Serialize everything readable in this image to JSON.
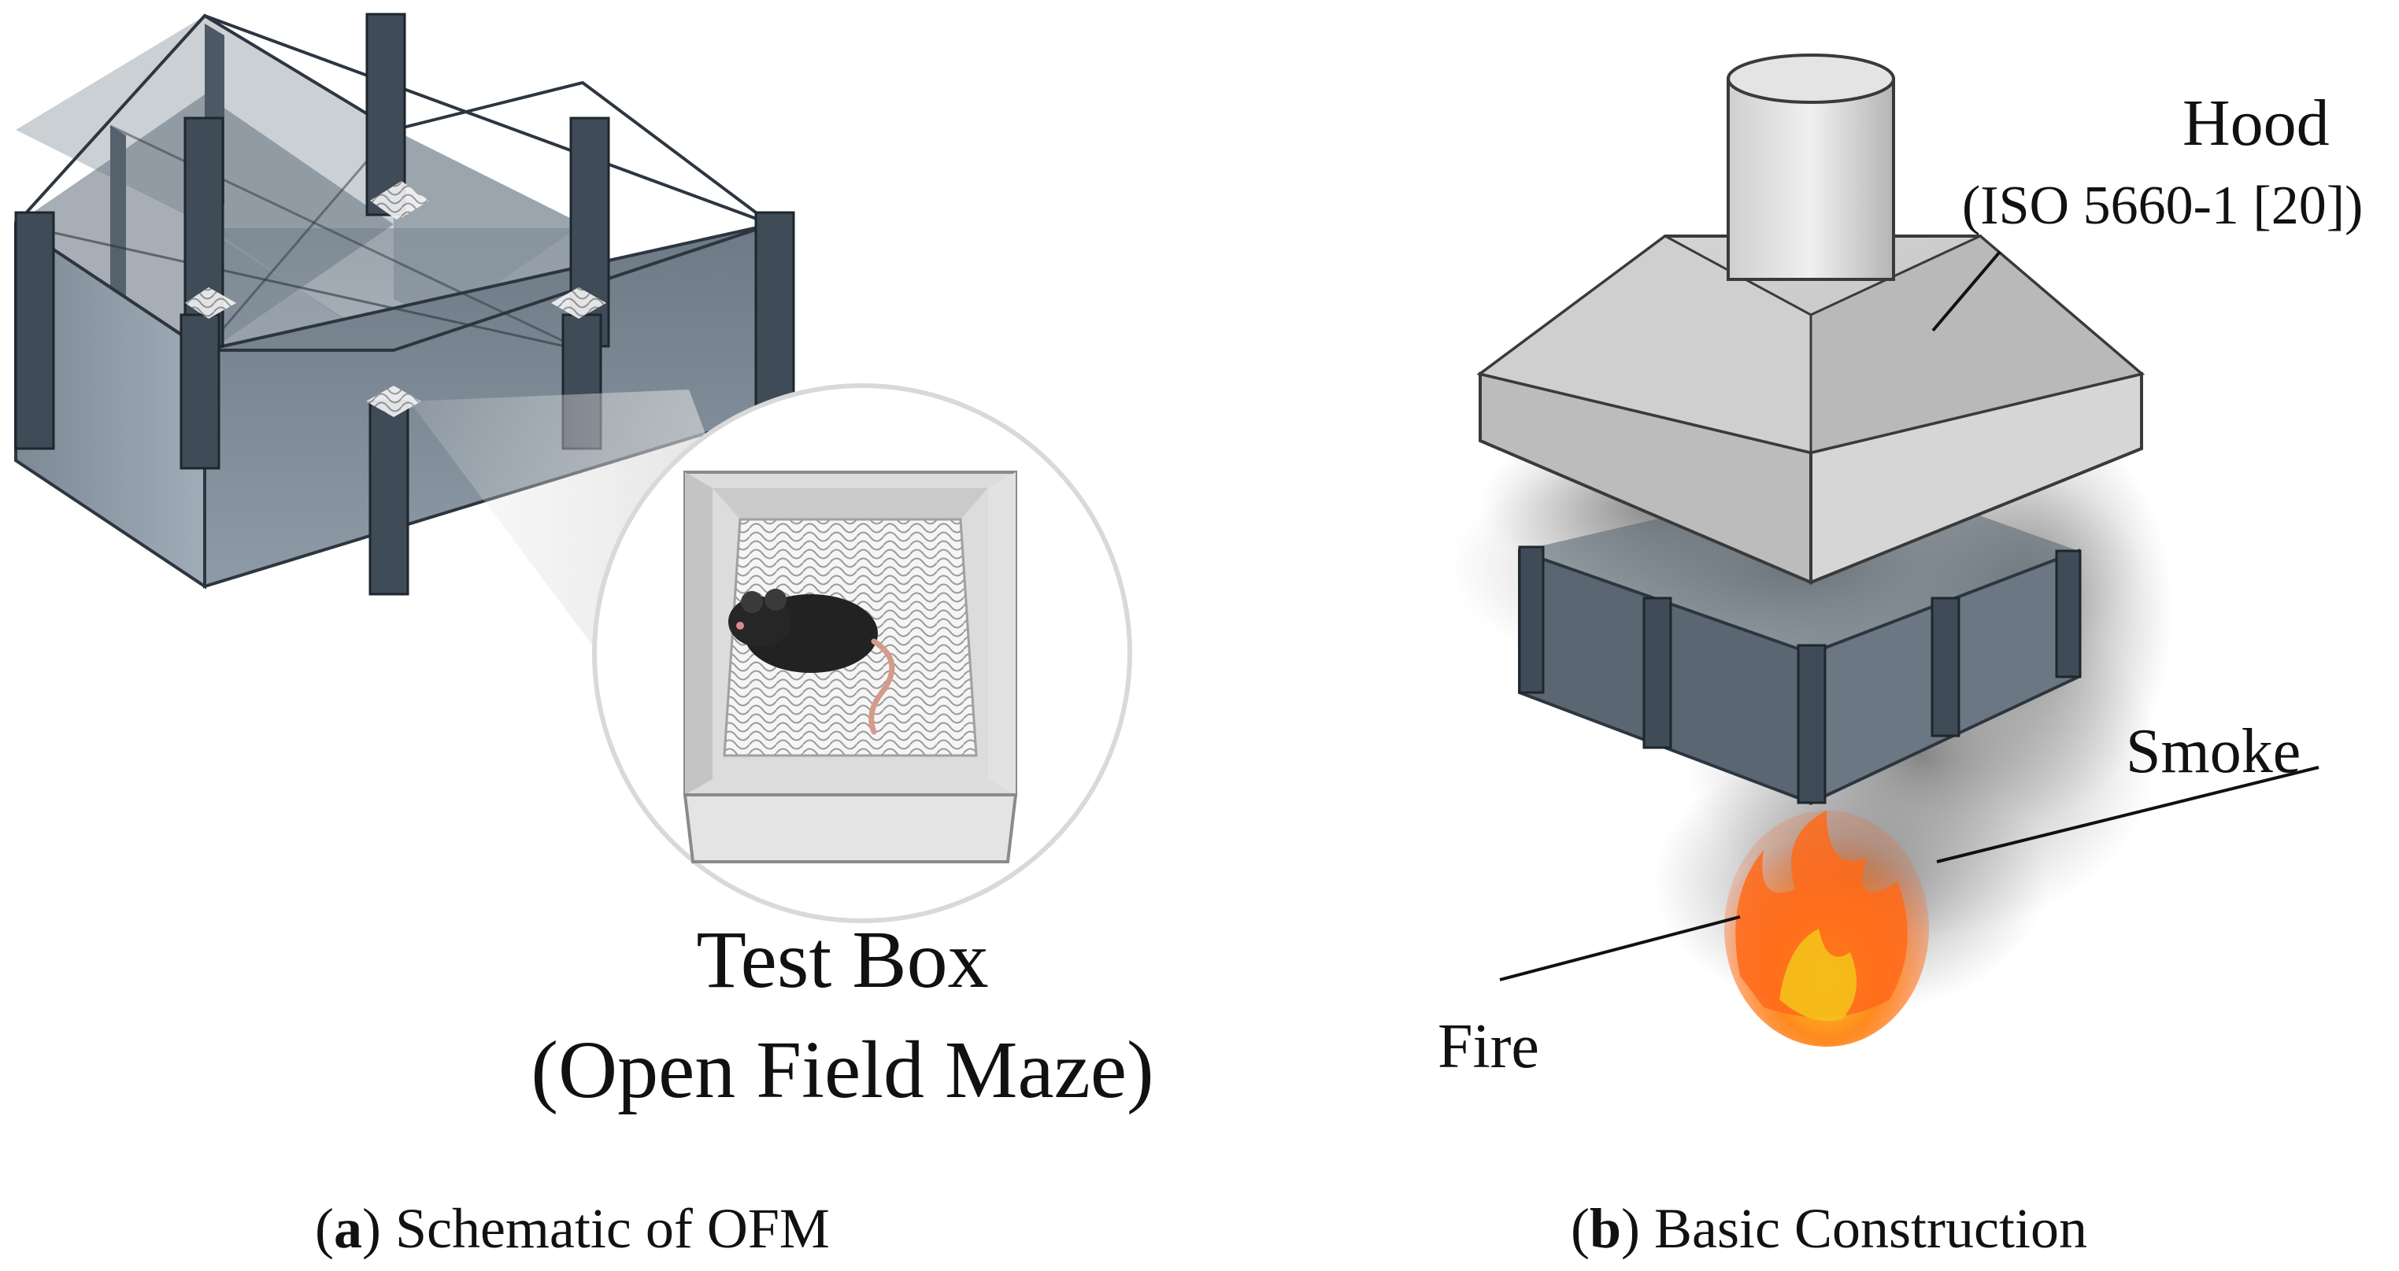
{
  "panel_a": {
    "label_line1": "Test Box",
    "label_line2": "(Open Field Maze)",
    "caption_open": "(",
    "caption_letter": "a",
    "caption_close": ")",
    "caption_text": " Schematic of OFM"
  },
  "panel_b": {
    "hood_label": "Hood",
    "hood_reference": "(ISO 5660-1 [20])",
    "smoke_label": "Smoke",
    "fire_label": "Fire",
    "caption_open": "(",
    "caption_letter": "b",
    "caption_close": ")",
    "caption_text": " Basic Construction"
  },
  "colors": {
    "maze_wall": "#6e7b87",
    "maze_wall_light": "#8d9aa6",
    "maze_post": "#3f4b57",
    "hood": "#c9c9c9",
    "smoke": "#8a8a8a",
    "fire": "#ff6a1a",
    "fire_core": "#f4c21a",
    "rat": "#222222"
  }
}
